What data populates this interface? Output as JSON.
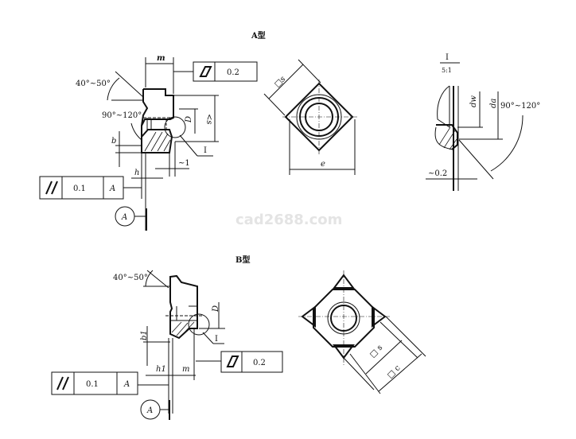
{
  "watermark": "cad2688.com",
  "type_a": {
    "title": "A型",
    "angle_chamfer": "40°~50°",
    "angle_countersink": "90°~120°",
    "dim_m": "m",
    "dim_D": "D",
    "dim_s_max": "<s",
    "dim_b": "b",
    "dim_h": "h",
    "dim_approx1": "~1",
    "detail_ref": "I",
    "flatness": {
      "symbol": "flatness-icon",
      "value": "0.2"
    },
    "parallelism": {
      "symbol": "parallelism-icon",
      "value": "0.1",
      "datum": "A"
    },
    "datum": "A",
    "top_view": {
      "dim_s": "□s",
      "dim_e": "e"
    },
    "detail": {
      "title": "I",
      "scale": "5:1",
      "dim_dw": "dw",
      "dim_da": "da",
      "angle": "90°~120°",
      "dim_approx": "~0.2"
    }
  },
  "type_b": {
    "title": "B型",
    "angle_chamfer": "40°~50°",
    "dim_D": "D",
    "dim_b1": "b1",
    "dim_h1": "h1",
    "dim_m": "m",
    "detail_ref": "I",
    "flatness": {
      "symbol": "flatness-icon",
      "value": "0.2"
    },
    "parallelism": {
      "symbol": "parallelism-icon",
      "value": "0.1",
      "datum": "A"
    },
    "datum": "A",
    "top_view": {
      "dim_s": "□ s",
      "dim_c": "□ c"
    }
  }
}
